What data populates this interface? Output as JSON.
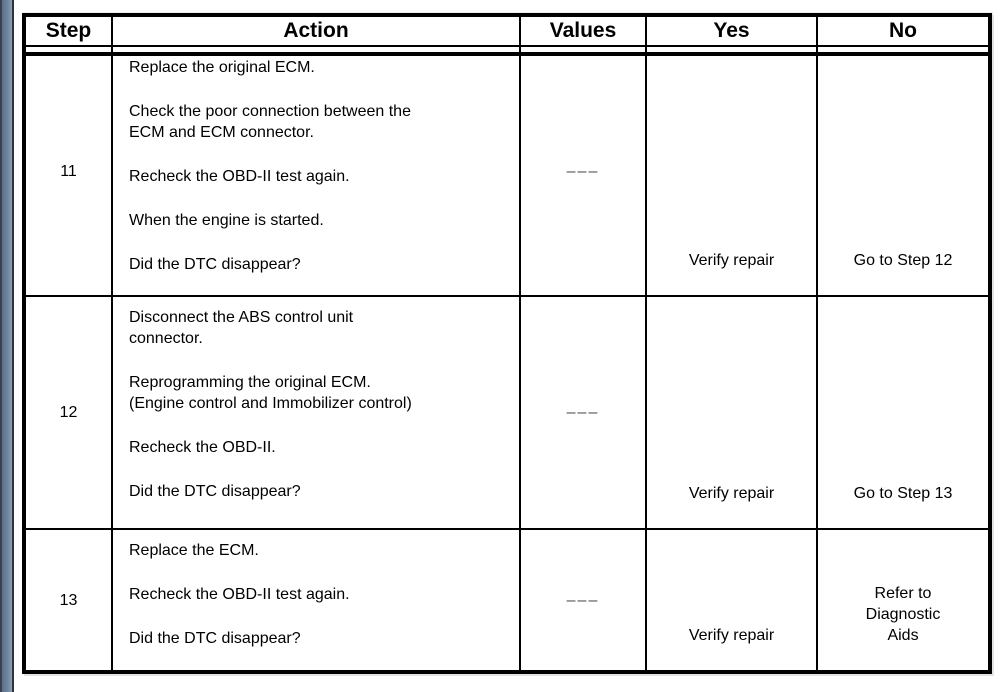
{
  "document": {
    "type": "diagnostic-procedure-table",
    "colors": {
      "table_border": "#000000",
      "background": "#ffffff",
      "dash_text": "#4d4d4d",
      "edge_bar_dark": "#3a424e",
      "edge_bar_mid": "#6d819c",
      "edge_bar_light": "#8ea0b4"
    },
    "table": {
      "headers": {
        "step": "Step",
        "action": "Action",
        "values": "Values",
        "yes": "Yes",
        "no": "No"
      },
      "rows": [
        {
          "step": "11",
          "actions": [
            "Replace the original ECM.",
            "Check the poor connection between the\nECM and ECM connector.",
            "Recheck the OBD-II test again.",
            "When the engine is started.",
            "Did the DTC disappear?"
          ],
          "values": "–––",
          "yes": "Verify repair",
          "no": "Go to Step 12"
        },
        {
          "step": "12",
          "actions": [
            "Disconnect the ABS control unit\nconnector.",
            "Reprogramming the original ECM.\n(Engine control and Immobilizer control)",
            "Recheck the OBD-II.",
            "Did the DTC disappear?"
          ],
          "values": "–––",
          "yes": "Verify repair",
          "no": "Go to Step 13"
        },
        {
          "step": "13",
          "actions": [
            "Replace the ECM.",
            "Recheck the OBD-II test again.",
            "Did the DTC disappear?"
          ],
          "values": "–––",
          "yes": "Verify repair",
          "no": "Refer to\nDiagnostic\nAids"
        }
      ]
    }
  }
}
